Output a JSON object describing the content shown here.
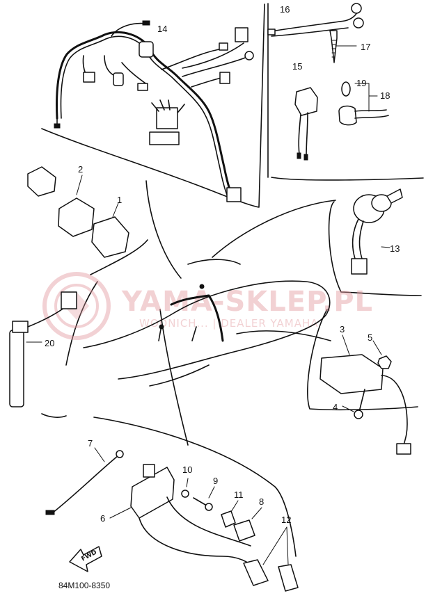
{
  "diagram": {
    "part_code": "84M100-8350",
    "direction_arrow": "FWD",
    "callouts": [
      "1",
      "2",
      "3",
      "4",
      "5",
      "6",
      "7",
      "8",
      "9",
      "10",
      "11",
      "12",
      "13",
      "14",
      "15",
      "16",
      "17",
      "18",
      "19",
      "20"
    ]
  },
  "watermark": {
    "brand": "YAMA-SKLEP.PL",
    "subtitle": "WODNICH... | DEALER YAMAHA",
    "color": "#e39aa0"
  },
  "colors": {
    "line": "#111111",
    "background": "#ffffff"
  }
}
